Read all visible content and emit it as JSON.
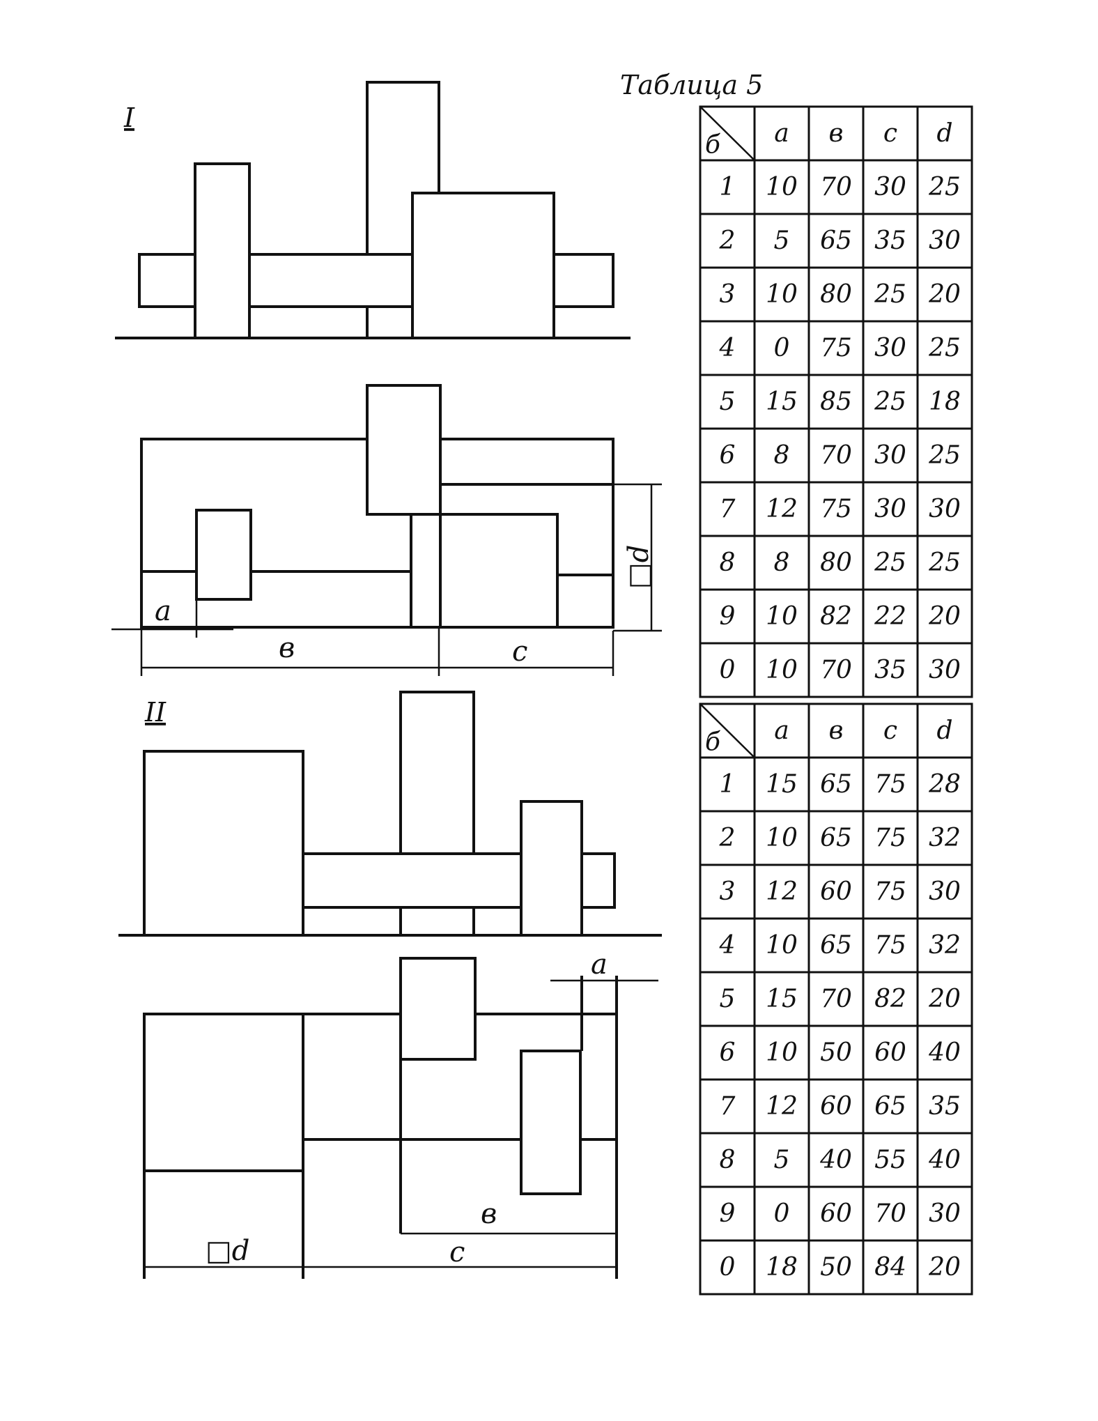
{
  "table_title": "Таблица 5",
  "section_1_label": "I",
  "section_2_label": "II",
  "tables": [
    {
      "corner_label": "б",
      "headers": [
        "a",
        "в",
        "c",
        "d"
      ],
      "rows": [
        [
          "1",
          "10",
          "70",
          "30",
          "25"
        ],
        [
          "2",
          "5",
          "65",
          "35",
          "30"
        ],
        [
          "3",
          "10",
          "80",
          "25",
          "20"
        ],
        [
          "4",
          "0",
          "75",
          "30",
          "25"
        ],
        [
          "5",
          "15",
          "85",
          "25",
          "18"
        ],
        [
          "6",
          "8",
          "70",
          "30",
          "25"
        ],
        [
          "7",
          "12",
          "75",
          "30",
          "30"
        ],
        [
          "8",
          "8",
          "80",
          "25",
          "25"
        ],
        [
          "9",
          "10",
          "82",
          "22",
          "20"
        ],
        [
          "0",
          "10",
          "70",
          "35",
          "30"
        ]
      ]
    },
    {
      "corner_label": "б",
      "headers": [
        "a",
        "в",
        "c",
        "d"
      ],
      "rows": [
        [
          "1",
          "15",
          "65",
          "75",
          "28"
        ],
        [
          "2",
          "10",
          "65",
          "75",
          "32"
        ],
        [
          "3",
          "12",
          "60",
          "75",
          "30"
        ],
        [
          "4",
          "10",
          "65",
          "75",
          "32"
        ],
        [
          "5",
          "15",
          "70",
          "82",
          "20"
        ],
        [
          "6",
          "10",
          "50",
          "60",
          "40"
        ],
        [
          "7",
          "12",
          "60",
          "65",
          "35"
        ],
        [
          "8",
          "5",
          "40",
          "55",
          "40"
        ],
        [
          "9",
          "0",
          "60",
          "70",
          "30"
        ],
        [
          "0",
          "18",
          "50",
          "84",
          "20"
        ]
      ]
    }
  ],
  "dimensions_1": {
    "a": "a",
    "b": "в",
    "c": "c",
    "d": "□d"
  },
  "dimensions_2": {
    "a": "a",
    "b": "в",
    "c": "c",
    "d": "□d"
  }
}
